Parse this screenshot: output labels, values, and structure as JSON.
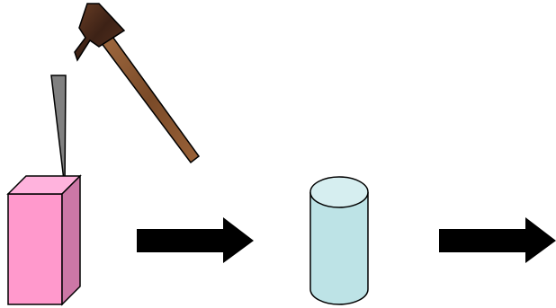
{
  "diagram": {
    "elements": [
      {
        "id": "hammer",
        "icon": "hammer-icon"
      },
      {
        "id": "chisel",
        "icon": "chisel-icon"
      },
      {
        "id": "pink-block",
        "icon": "rectangular-block-icon"
      },
      {
        "id": "arrow-1",
        "icon": "right-arrow-icon"
      },
      {
        "id": "cylinder",
        "icon": "cylinder-icon"
      },
      {
        "id": "arrow-2",
        "icon": "right-arrow-icon"
      }
    ]
  },
  "colors": {
    "block_front": "#ff99cc",
    "block_top": "#ffb3dd",
    "block_side": "#cc77a6",
    "cylinder_body": "#bde3e6",
    "cylinder_top": "#d6eef0",
    "chisel": "#808080",
    "hammer_head": "#4a2b1d",
    "hammer_handle": "#8b5a36",
    "arrow": "#000000",
    "outline": "#000000"
  }
}
